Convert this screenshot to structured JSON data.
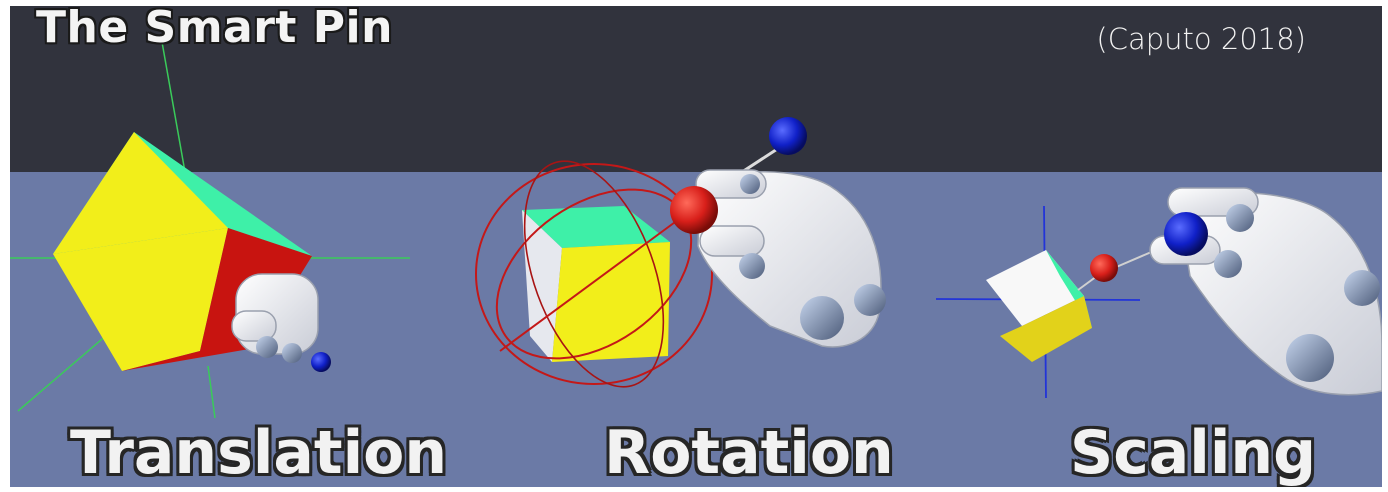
{
  "title": "The Smart Pin",
  "citation": "(Caputo 2018)",
  "labels": {
    "translation": "Translation",
    "rotation": "Rotation",
    "scaling": "Scaling"
  },
  "colors": {
    "sky": "#31333d",
    "floor": "#6b7aa6",
    "cube_top": "#3ef0a8",
    "cube_left": "#f2ee1a",
    "cube_right": "#c81410",
    "pin_red": "#d81f1a",
    "pin_blue": "#1020c8",
    "hand": "#eeeeee"
  }
}
